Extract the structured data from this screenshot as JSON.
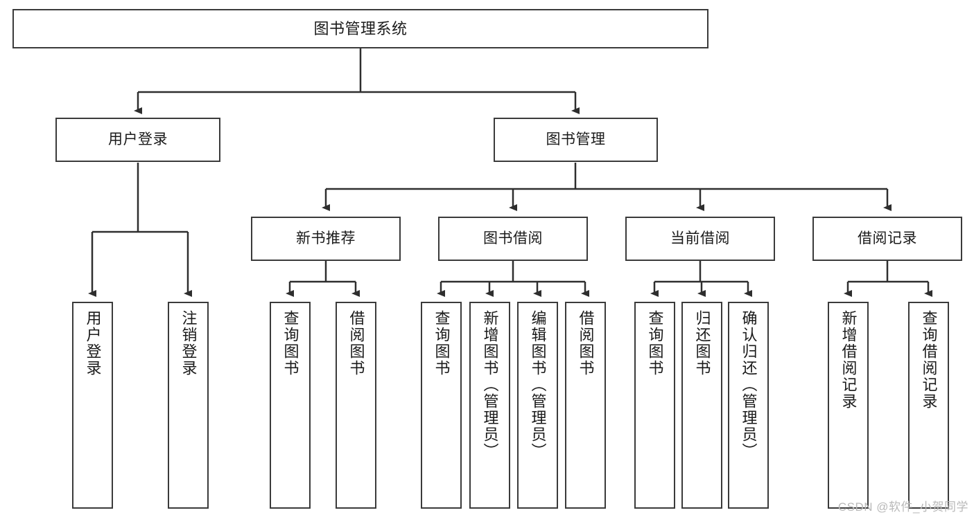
{
  "diagram": {
    "title": "图书管理系统",
    "watermark": "CSDN @软件_小贺同学",
    "colors": {
      "box_border": "#3a3a3a",
      "box_fill": "#ffffff",
      "connector": "#2e2e2e",
      "text": "#1a1a1a",
      "watermark": "#b9b9b9"
    },
    "levels": {
      "root": {
        "label": "图书管理系统"
      },
      "level2": [
        {
          "label": "用户登录"
        },
        {
          "label": "图书管理"
        }
      ],
      "level3": [
        {
          "label": "新书推荐"
        },
        {
          "label": "图书借阅"
        },
        {
          "label": "当前借阅"
        },
        {
          "label": "借阅记录"
        }
      ],
      "leaves": {
        "user_login": [
          {
            "label": "用户登录"
          },
          {
            "label": "注销登录"
          }
        ],
        "new_book_recommend": [
          {
            "label": "查询图书"
          },
          {
            "label": "借阅图书"
          }
        ],
        "book_borrow": [
          {
            "label": "查询图书"
          },
          {
            "label": "新增图书（管理员）"
          },
          {
            "label": "编辑图书（管理员）"
          },
          {
            "label": "借阅图书"
          }
        ],
        "current_borrow": [
          {
            "label": "查询图书"
          },
          {
            "label": "归还图书"
          },
          {
            "label": "确认归还（管理员）"
          }
        ],
        "borrow_record": [
          {
            "label": "新增借阅记录"
          },
          {
            "label": "查询借阅记录"
          }
        ]
      }
    }
  }
}
